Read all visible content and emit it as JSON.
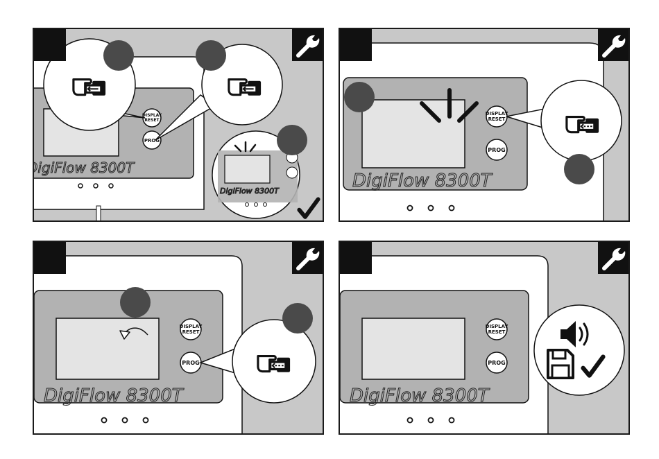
{
  "device": {
    "brand": "DigiFlow 8300T",
    "display_button": [
      "DISPLAY",
      "RESET"
    ],
    "prog_button": "PROG"
  },
  "panels": [
    {
      "id": "step-1"
    },
    {
      "id": "step-2"
    },
    {
      "id": "step-3"
    },
    {
      "id": "step-4"
    }
  ],
  "icons": [
    "wrench-icon",
    "press-hand-icon",
    "long-press-hand-icon",
    "flash-icon",
    "undo-arrow-icon",
    "speaker-icon",
    "floppy-disk-icon",
    "checkmark-icon"
  ],
  "colors": {
    "panel_bg": "#c8c8c8",
    "device_face": "#b2b2b2",
    "badge": "#4a4a4a",
    "screen": "#e4e4e4",
    "outline": "#1a1a1a"
  }
}
